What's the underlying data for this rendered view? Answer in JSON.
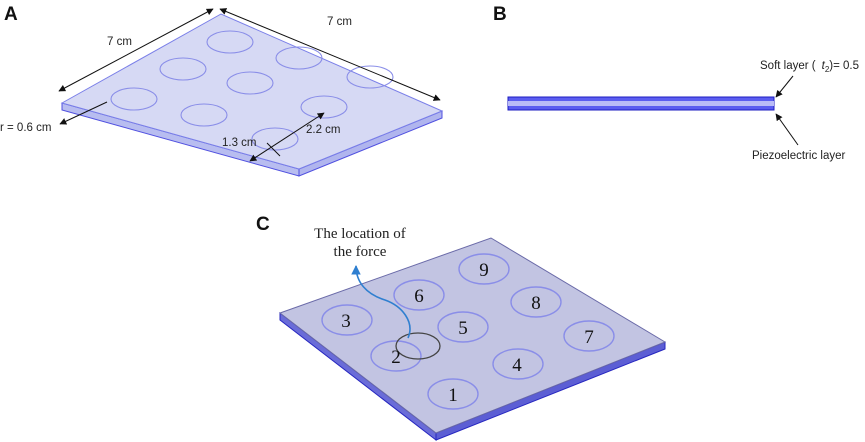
{
  "panels": {
    "a": {
      "letter": "A",
      "dim_top": "7 cm",
      "dim_left": "7 cm",
      "radius": "r = 0.6 cm",
      "spacing_small": "1.3 cm",
      "spacing_large": "2.2 cm"
    },
    "b": {
      "letter": "B",
      "soft_layer_prefix": "Soft layer (",
      "soft_layer_var": "t",
      "soft_layer_sub": "2",
      "soft_layer_suffix": ")= 0.5",
      "piezo_layer": "Piezoelectric layer"
    },
    "c": {
      "letter": "C",
      "force_line1": "The location of",
      "force_line2": "the force",
      "sensors": [
        "1",
        "2",
        "3",
        "4",
        "5",
        "6",
        "7",
        "8",
        "9"
      ]
    }
  },
  "colors": {
    "plate_fill": "#c9cdec",
    "plate_edge": "#3b3bd6",
    "sensor_ring": "#8a8ee8",
    "plate_c_fill": "#c2c4e2",
    "force_arrow": "#2f7fd0"
  }
}
